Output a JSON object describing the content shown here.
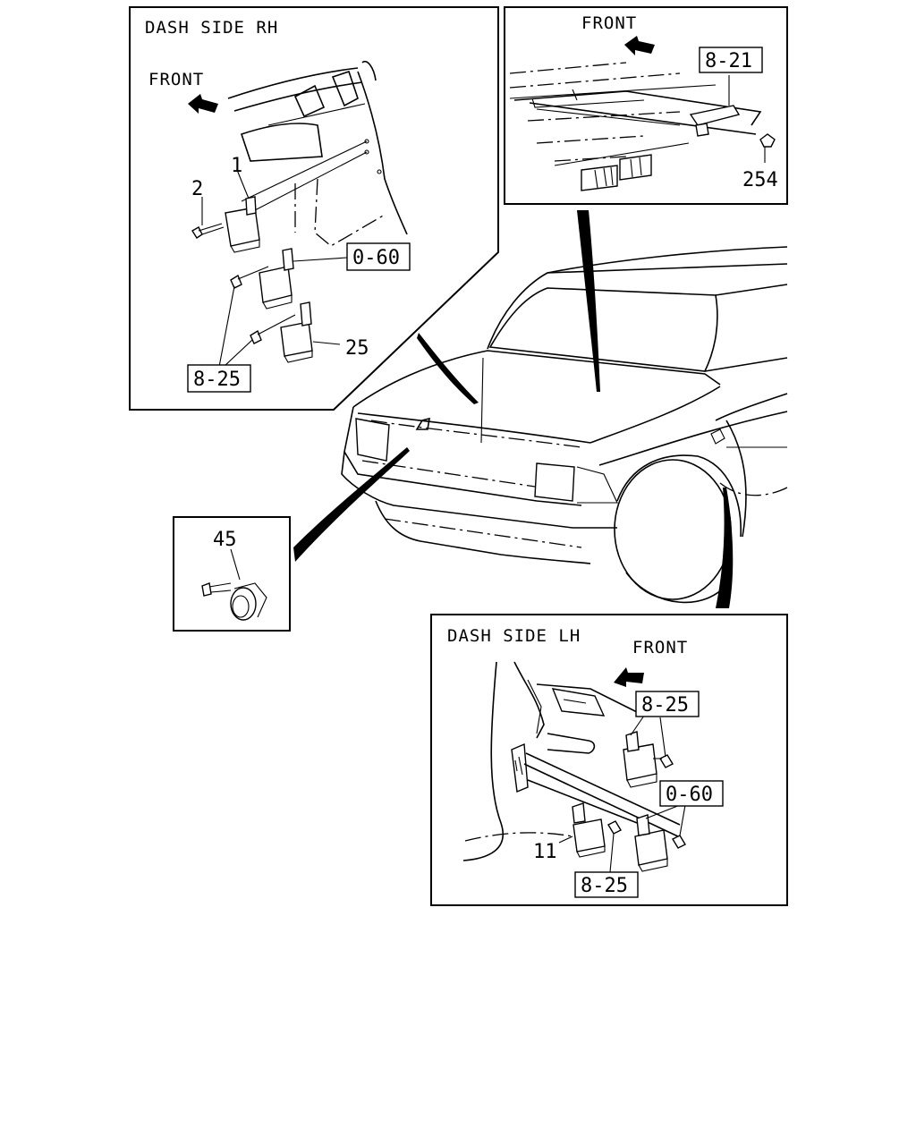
{
  "panels": {
    "dash_rh": {
      "title": "DASH SIDE RH",
      "front": "FRONT",
      "refs": {
        "r1": "0-60",
        "r2": "8-25"
      },
      "parts": {
        "p1": "1",
        "p2": "2",
        "p3": "25"
      }
    },
    "front_top": {
      "front": "FRONT",
      "refs": {
        "r1": "8-21"
      },
      "parts": {
        "p1": "254"
      }
    },
    "horn": {
      "parts": {
        "p1": "45"
      }
    },
    "dash_lh": {
      "title": "DASH SIDE LH",
      "front": "FRONT",
      "refs": {
        "r1": "8-25",
        "r2": "0-60",
        "r3": "8-25"
      },
      "parts": {
        "p1": "11"
      }
    }
  }
}
